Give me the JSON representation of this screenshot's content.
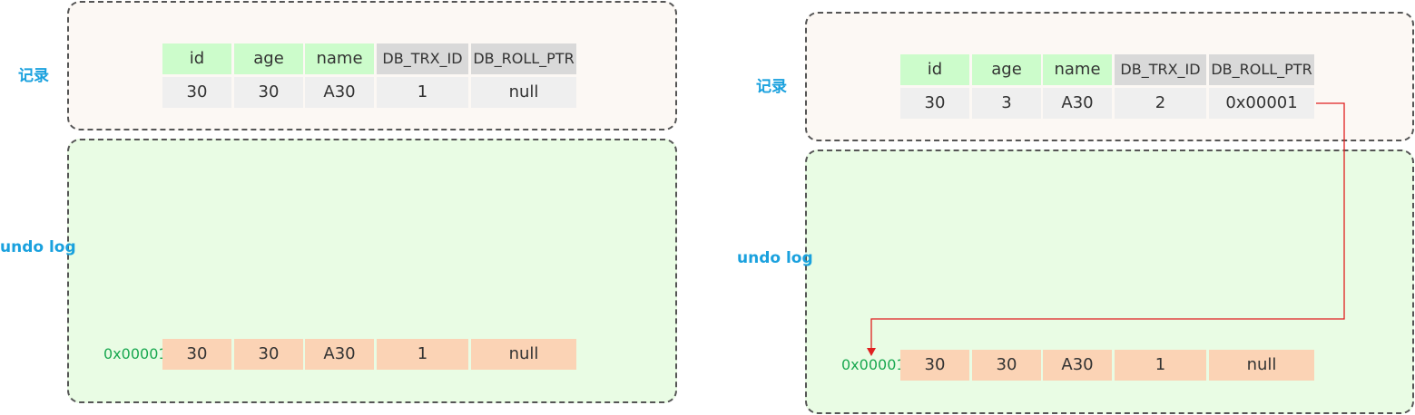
{
  "labels": {
    "record": "记录",
    "undo": "undo log"
  },
  "columns": [
    "id",
    "age",
    "name",
    "DB_TRX_ID",
    "DB_ROLL_PTR"
  ],
  "left": {
    "record_row": [
      "30",
      "30",
      "A30",
      "1",
      "null"
    ],
    "undo_address": "0x00001",
    "undo_row": [
      "30",
      "30",
      "A30",
      "1",
      "null"
    ]
  },
  "right": {
    "record_row": [
      "30",
      "3",
      "A30",
      "2",
      "0x00001"
    ],
    "undo_address": "0x00001",
    "undo_row": [
      "30",
      "30",
      "A30",
      "1",
      "null"
    ]
  },
  "colors": {
    "label": "#1aa1de",
    "address": "#19a850",
    "arrow": "#e02020",
    "header_key": "#ccfccb",
    "header_hidden": "#d9d9d9",
    "undo_cell": "#fbd3b5",
    "record_cell": "#efefef"
  }
}
